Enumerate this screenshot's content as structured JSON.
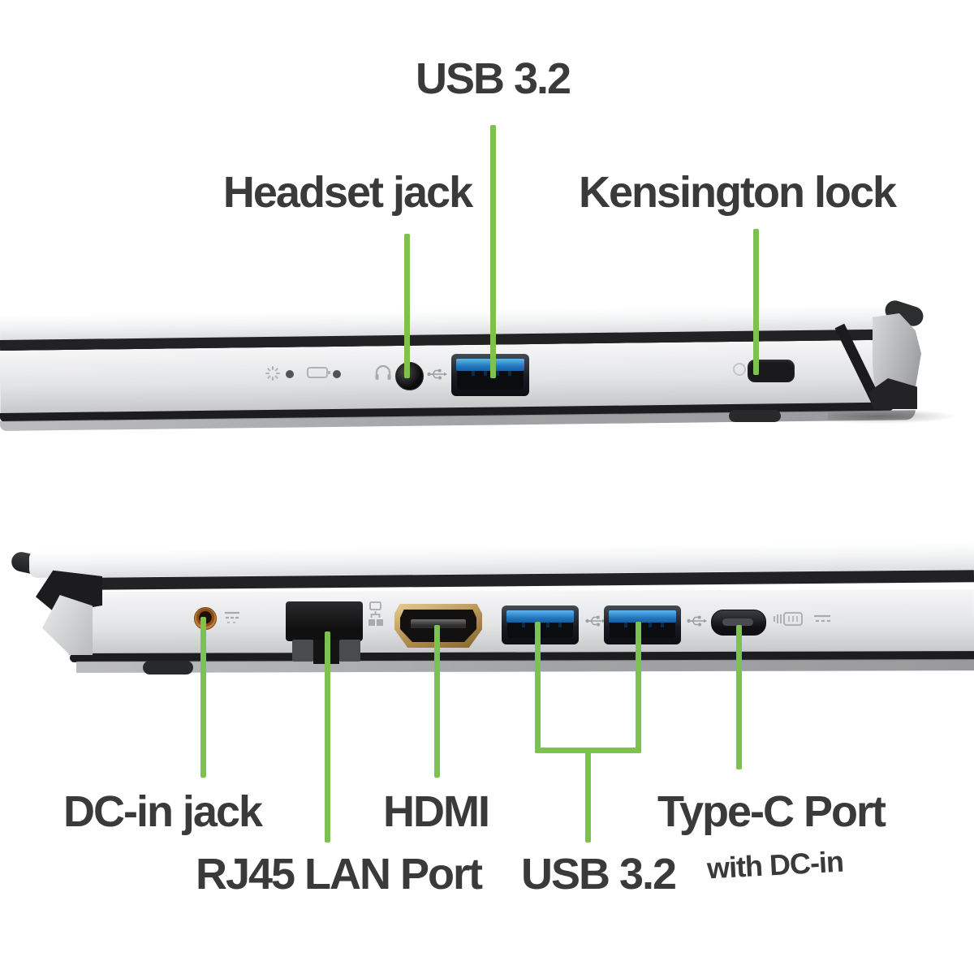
{
  "diagram_title": "Laptop side ports diagram",
  "colors": {
    "annotation_green": "#7dc14f",
    "label_text": "#3a3a3a",
    "laptop_silver": "#d9dadc",
    "hinge_dark": "#222224",
    "usb_port_blue": "#2f86d0",
    "hdmi_gold": "#bf9a58",
    "dc_in_copper": "#b06a2a",
    "background": "#ffffff"
  },
  "top_view": {
    "side": "right side of laptop",
    "labels": {
      "usb": "USB 3.2",
      "headset": "Headset jack",
      "kensington": "Kensington lock"
    },
    "ports": [
      "headset-jack",
      "usb-a-3.2-port",
      "kensington-lock-slot"
    ],
    "indicators": [
      "power-indicator-icon",
      "battery-indicator-icon",
      "headphone-icon",
      "usb-icon",
      "kensington-lock-icon"
    ]
  },
  "bottom_view": {
    "side": "left side of laptop",
    "labels": {
      "dc_in": "DC-in jack",
      "rj45": "RJ45 LAN Port",
      "hdmi": "HDMI",
      "usb": "USB 3.2",
      "type_c": "Type-C Port",
      "type_c_sub": "with DC-in"
    },
    "ports": [
      "dc-in-jack",
      "rj45-lan-port",
      "hdmi-port",
      "usb-a-3.2-port-1",
      "usb-a-3.2-port-2",
      "usb-c-port"
    ],
    "indicators": [
      "dc-in-icon",
      "ethernet-icon",
      "usb-icon",
      "usb-icon",
      "usb-power-delivery-icon",
      "dc-in-icon"
    ]
  }
}
